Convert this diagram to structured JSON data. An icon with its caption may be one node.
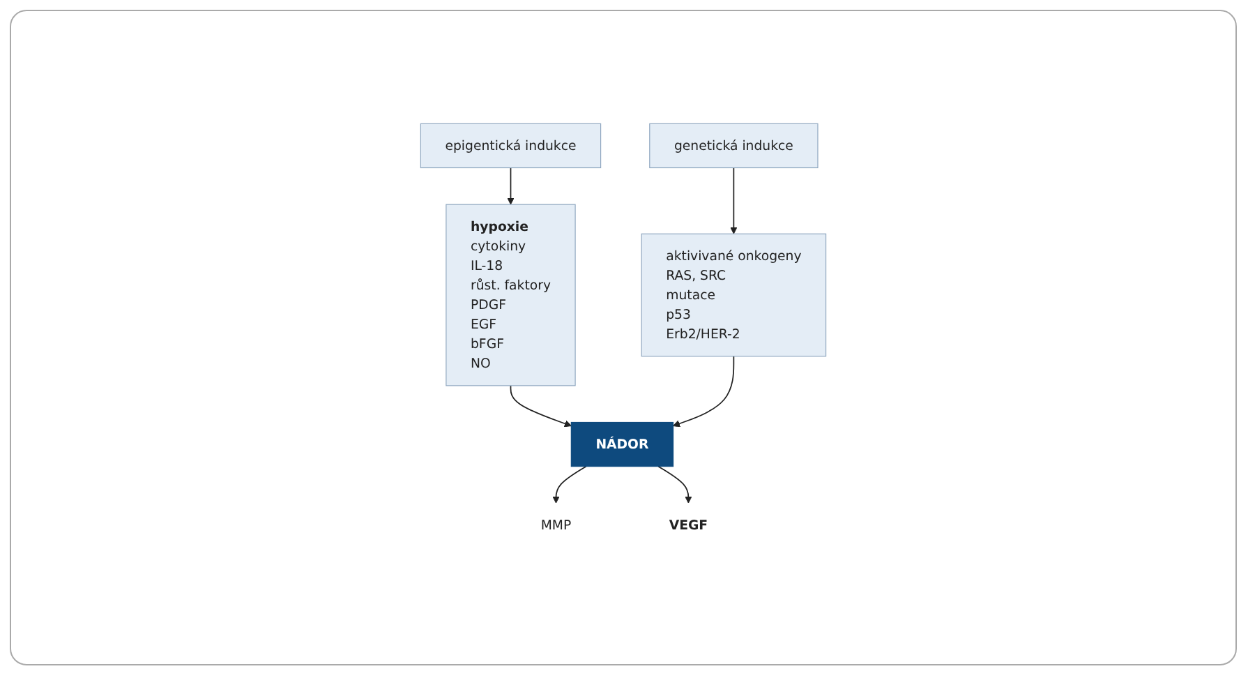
{
  "diagram": {
    "nodes": [
      {
        "text": [
          "epigentická indukce"
        ]
      },
      {
        "text": [
          "genetická indukce"
        ]
      },
      {
        "text": [
          "hypoxie",
          "cytokiny",
          "IL-18",
          "růst. faktory",
          "PDGF",
          "EGF",
          "bFGF",
          "NO"
        ]
      },
      {
        "text": [
          "NÁDOR"
        ]
      },
      {
        "text": [
          "aktivivané onkogeny",
          "RAS, SRC",
          "mutace",
          "p53",
          "Erb2/HER-2"
        ]
      },
      {
        "text": [
          "MMP"
        ]
      },
      {
        "text": [
          "VEGF"
        ]
      }
    ],
    "edges": [
      {
        "from": 0,
        "to": 2,
        "arrow": "to"
      },
      {
        "from": 1,
        "to": 4,
        "arrow": "to"
      },
      {
        "from": 2,
        "to": 3,
        "arrow": "to"
      },
      {
        "from": 4,
        "to": 3,
        "arrow": "to"
      },
      {
        "from": 3,
        "to": 5,
        "arrow": "to"
      },
      {
        "from": 3,
        "to": 6,
        "arrow": "to"
      }
    ]
  }
}
